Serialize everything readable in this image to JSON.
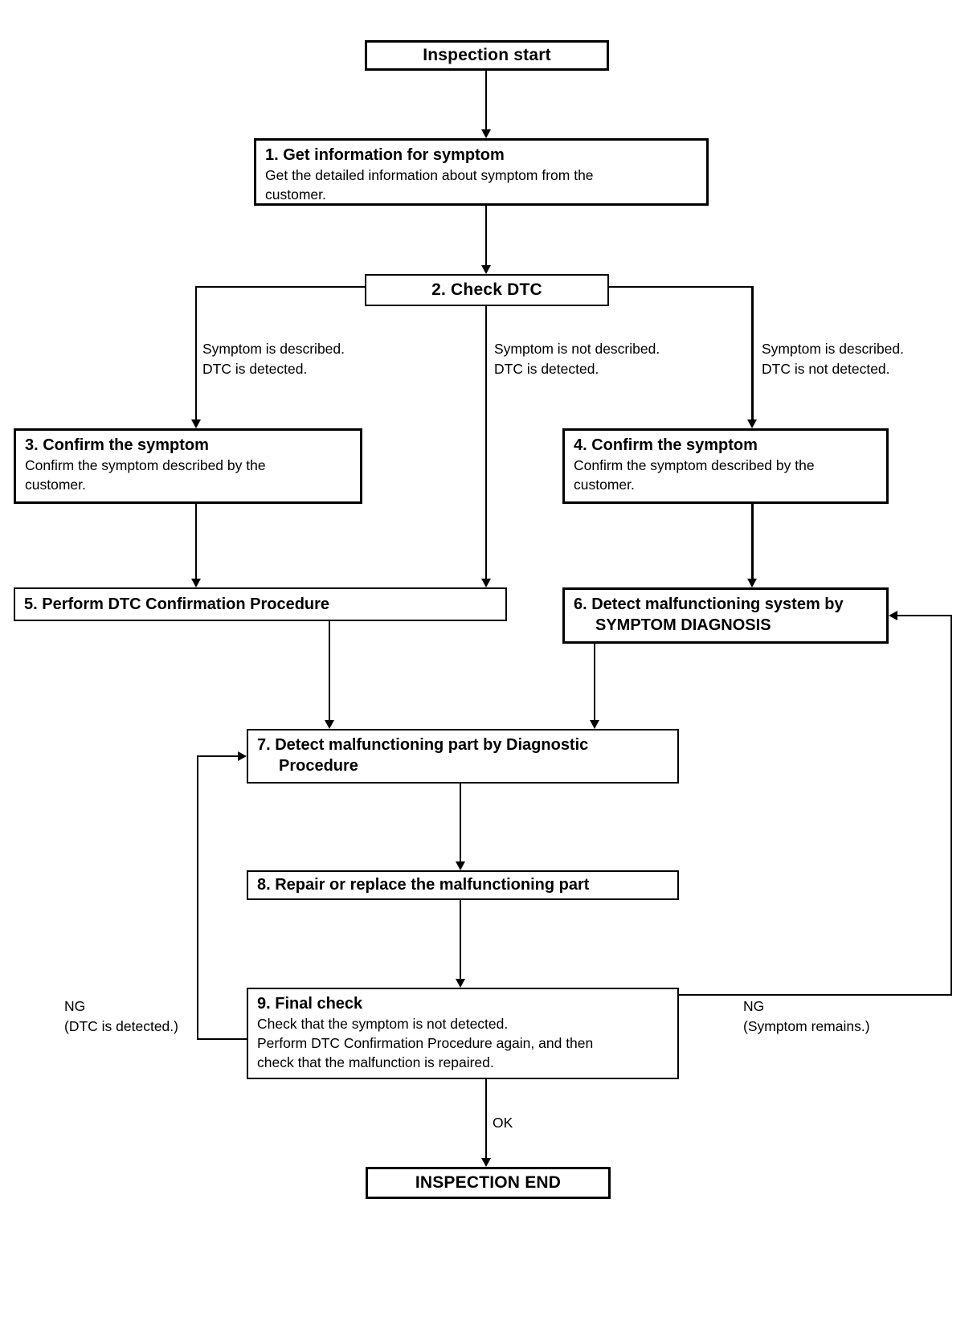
{
  "colors": {
    "background": "#ffffff",
    "line": "#000000",
    "text": "#000000"
  },
  "nodes": {
    "start": {
      "label": "Inspection start"
    },
    "step1": {
      "title": "1. Get information for symptom",
      "desc_lines": [
        "Get the detailed information about symptom from the",
        "customer."
      ]
    },
    "step2": {
      "title": "2. Check DTC"
    },
    "step3": {
      "title": "3. Confirm the symptom",
      "desc_lines": [
        "Confirm the symptom described by the",
        "customer."
      ]
    },
    "step4": {
      "title": "4. Confirm the symptom",
      "desc_lines": [
        "Confirm the symptom described by the",
        "customer."
      ]
    },
    "step5": {
      "title": "5. Perform DTC Confirmation Procedure"
    },
    "step6": {
      "title_lines": [
        "6. Detect malfunctioning system by",
        "SYMPTOM DIAGNOSIS"
      ]
    },
    "step7": {
      "title_lines": [
        "7. Detect malfunctioning part by Diagnostic",
        "Procedure"
      ]
    },
    "step8": {
      "title": "8. Repair or replace the malfunctioning part"
    },
    "step9": {
      "title": "9. Final check",
      "desc_lines": [
        "Check that the symptom is not detected.",
        "Perform DTC Confirmation Procedure again, and then",
        "check that the malfunction is repaired."
      ]
    },
    "end": {
      "label": "INSPECTION END"
    }
  },
  "edge_labels": {
    "branch_left": [
      "Symptom is described.",
      "DTC is detected."
    ],
    "branch_middle": [
      "Symptom is not described.",
      "DTC is detected."
    ],
    "branch_right": [
      "Symptom is described.",
      "DTC is not detected."
    ],
    "ng_left": [
      "NG",
      "(DTC is detected.)"
    ],
    "ng_right": [
      "NG",
      "(Symptom remains.)"
    ],
    "ok": "OK"
  }
}
